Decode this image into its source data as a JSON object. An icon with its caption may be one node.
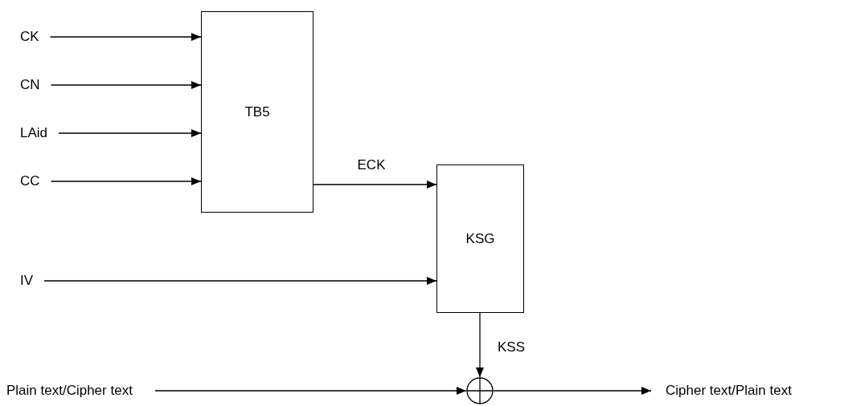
{
  "diagram": {
    "nodes": [
      {
        "text": [
          "CK"
        ]
      },
      {
        "text": [
          "CN"
        ]
      },
      {
        "text": [
          "LAid"
        ]
      },
      {
        "text": [
          "CC"
        ]
      },
      {
        "text": [
          "TB5"
        ]
      },
      {
        "text": [
          "IV"
        ]
      },
      {
        "text": [
          "KSG"
        ]
      },
      {
        "text": [
          "Plain text/Cipher text"
        ]
      },
      {
        "text": [],
        "shape": "circle"
      },
      {
        "text": [
          "Cipher text/Plain text"
        ]
      }
    ],
    "edges": [
      {
        "from": 0,
        "to": 4,
        "arrow": "to"
      },
      {
        "from": 1,
        "to": 4,
        "arrow": "to"
      },
      {
        "from": 2,
        "to": 4,
        "arrow": "to"
      },
      {
        "from": 3,
        "to": 4,
        "arrow": "to"
      },
      {
        "from": 4,
        "to": 6,
        "arrow": "to",
        "label": "ECK"
      },
      {
        "from": 5,
        "to": 6,
        "arrow": "to"
      },
      {
        "from": 6,
        "to": 8,
        "arrow": "to",
        "label": "KSS"
      },
      {
        "from": 7,
        "to": 8,
        "arrow": "to"
      },
      {
        "from": 8,
        "to": 9,
        "arrow": "to"
      }
    ]
  }
}
